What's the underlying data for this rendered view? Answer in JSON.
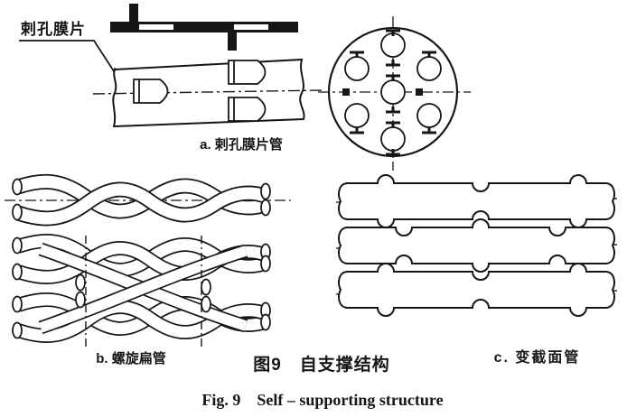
{
  "colors": {
    "ink": "#161616",
    "paper": "#ffffff"
  },
  "figure": {
    "annotation_label": "剌孔膜片",
    "subfigures": [
      {
        "id": "a",
        "caption": "a. 剌孔膜片管"
      },
      {
        "id": "b",
        "caption": "b. 螺旋扁管"
      },
      {
        "id": "c",
        "caption": "c. 变截面管"
      }
    ],
    "caption_zh": "图9　自支撑结构",
    "caption_en": "Fig. 9　Self – supporting structure"
  }
}
